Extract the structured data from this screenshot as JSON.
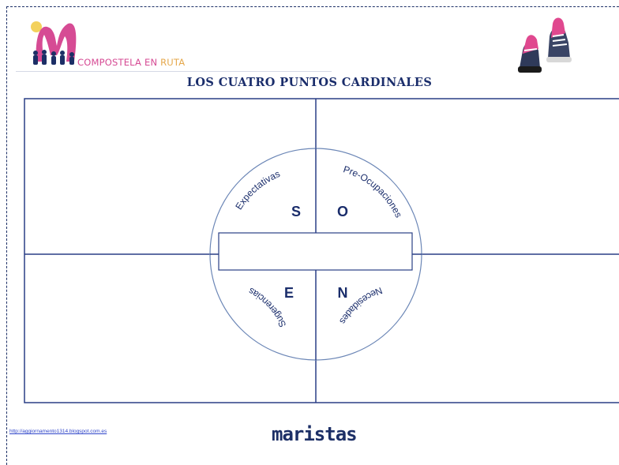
{
  "header": {
    "brand_part1": "COMPOSTELA EN ",
    "brand_part2": "RUTA",
    "logo_icon": "compostela-figures-logo",
    "corner_icon": "sneakers-icon"
  },
  "title": "LOS CUATRO PUNTOS CARDINALES",
  "diagram": {
    "quadrants": [
      {
        "letter": "S",
        "label": "Expectativas"
      },
      {
        "letter": "O",
        "label": "Pre-Ocupaciones"
      },
      {
        "letter": "E",
        "label": "Sugerencias"
      },
      {
        "letter": "N",
        "label": "Necesidades"
      }
    ],
    "center_box_text": ""
  },
  "footer": {
    "url": "http://aggiornamento1314.blogspot.com.es",
    "brand": "maristas"
  },
  "colors": {
    "navy": "#1a2d6b",
    "pink": "#d64b94",
    "orange": "#e5a84c",
    "line": "#2a3f86",
    "circle": "#6b86b6"
  }
}
